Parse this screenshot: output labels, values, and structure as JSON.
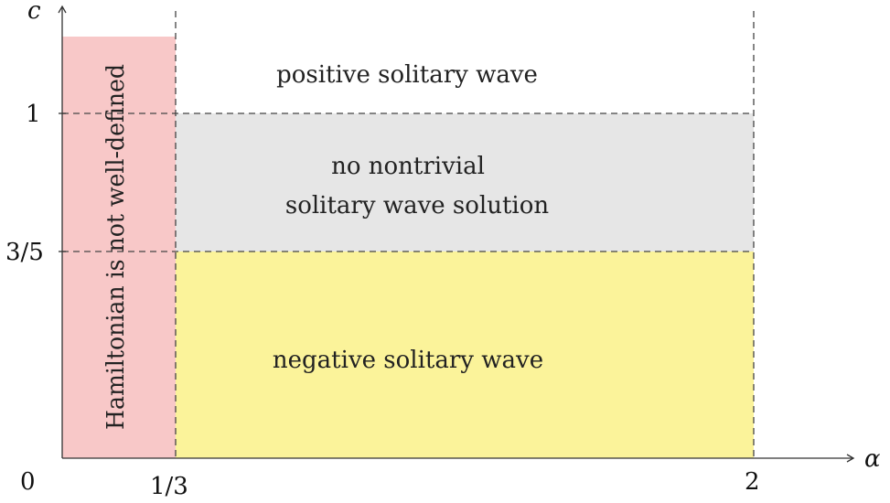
{
  "colors": {
    "not_defined_region": "#f8c8c8",
    "no_solution_region": "#e6e6e6",
    "negative_region": "#fbf39a",
    "axis": "#333333",
    "dashed": "#444444"
  },
  "axes": {
    "x_label": "α",
    "y_label": "c",
    "origin_label": "0",
    "x_ticks": [
      "1/3",
      "2"
    ],
    "y_ticks": [
      "1",
      "3/5"
    ]
  },
  "regions": {
    "positive": "positive solitary wave",
    "no_solution_line1": "no nontrivial",
    "no_solution_line2": "solitary wave solution",
    "negative": "negative solitary wave",
    "not_defined": "Hamiltonian is not well-defined"
  }
}
